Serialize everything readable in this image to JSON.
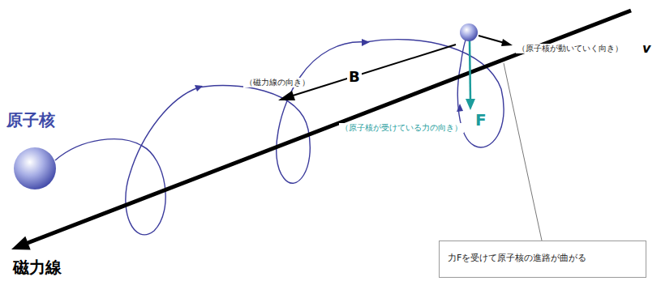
{
  "diagram": {
    "nodes": [
      {
        "text": [
          "力Fを受けて原子核の進路が曲がる"
        ]
      }
    ],
    "labels": [
      "原子核",
      "（磁力線の向き）",
      "B",
      "（原子核が動いていく向き）",
      "v",
      "（原子核が受けている力の向き）",
      "F",
      "磁力線"
    ]
  }
}
